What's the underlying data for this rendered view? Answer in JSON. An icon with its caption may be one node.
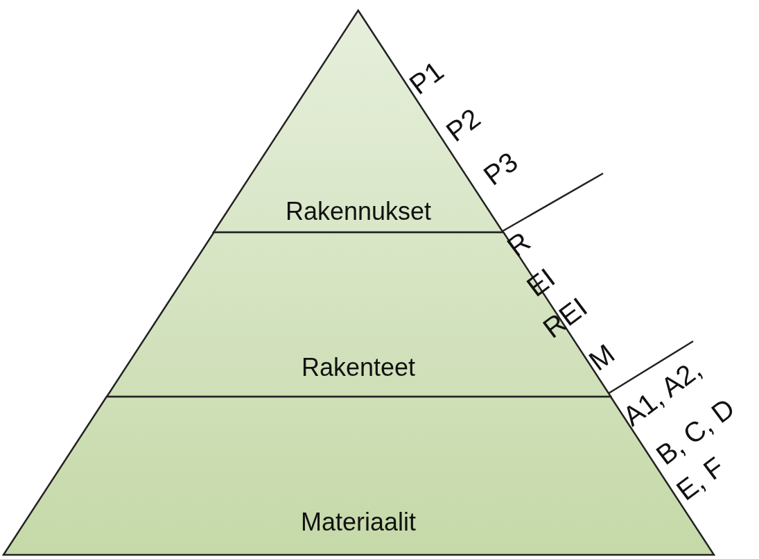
{
  "diagram": {
    "nodes": [
      {
        "text": [
          "Rakennukset"
        ],
        "beside": [
          "P1",
          "P2",
          "P3"
        ]
      },
      {
        "text": [
          "Rakenteet"
        ],
        "beside": [
          "R",
          "EI",
          "REI",
          "M"
        ]
      },
      {
        "text": [
          "Materiaalit"
        ],
        "beside": [
          "A1, A2,",
          "B, C, D",
          "E, F"
        ]
      }
    ]
  }
}
